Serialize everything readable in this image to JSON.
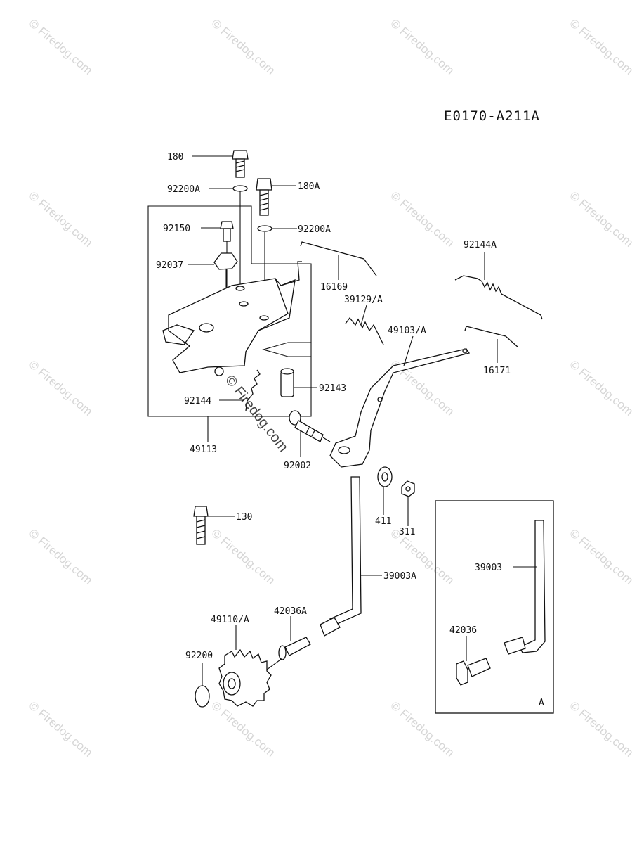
{
  "diagram_code": "E0170-A211A",
  "inset_label": "A",
  "watermark": "© Firedog.com",
  "parts": {
    "p180": "180",
    "p92200A_1": "92200A",
    "p180A": "180A",
    "p92200A_2": "92200A",
    "p92150": "92150",
    "p92037": "92037",
    "p16169": "16169",
    "p92144A": "92144A",
    "p39129A": "39129/A",
    "p49103A": "49103/A",
    "p16171": "16171",
    "p92143": "92143",
    "p92144": "92144",
    "p49113": "49113",
    "p92002": "92002",
    "p411": "411",
    "p311": "311",
    "p130": "130",
    "p39003A": "39003A",
    "p39003": "39003",
    "p42036A": "42036A",
    "p49110A": "49110/A",
    "p92200": "92200",
    "p42036": "42036"
  }
}
